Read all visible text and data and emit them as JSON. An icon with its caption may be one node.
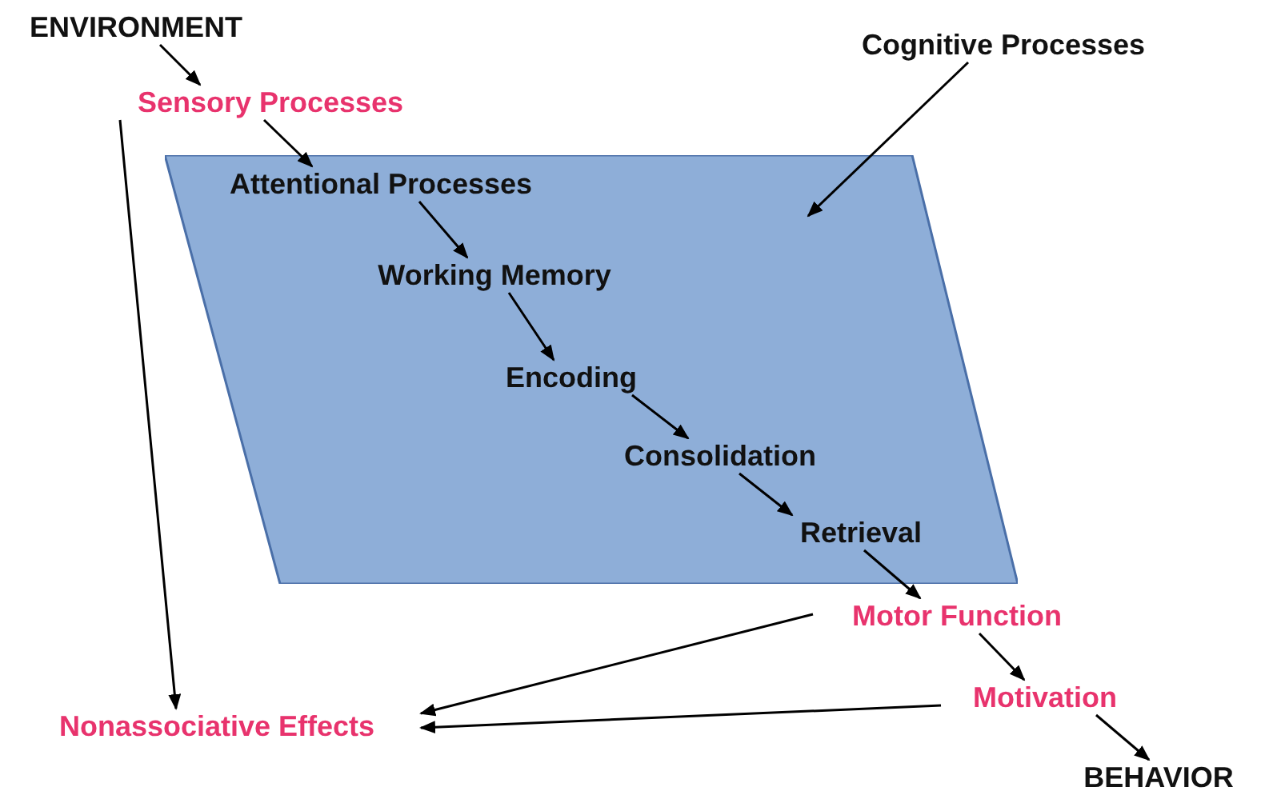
{
  "diagram": {
    "nodes": [
      {
        "text": [
          "ENVIRONMENT"
        ]
      },
      {
        "text": [
          "Sensory Processes"
        ]
      },
      {
        "text": [
          "Cognitive Processes"
        ]
      },
      {
        "text": [],
        "shape": "parallelogram"
      },
      {
        "text": [
          "Attentional Processes"
        ],
        "in": 3
      },
      {
        "text": [
          "Working Memory"
        ],
        "in": 3
      },
      {
        "text": [
          "Encoding"
        ],
        "in": 3
      },
      {
        "text": [
          "Consolidation"
        ],
        "in": 3
      },
      {
        "text": [
          "Retrieval"
        ],
        "in": 3
      },
      {
        "text": [
          "Motor Function"
        ]
      },
      {
        "text": [
          "Motivation"
        ]
      },
      {
        "text": [
          "Nonassociative Effects"
        ]
      },
      {
        "text": [
          "BEHAVIOR"
        ]
      }
    ],
    "edges": [
      {
        "from": 0,
        "to": 1,
        "arrow": "to"
      },
      {
        "from": 1,
        "to": 4,
        "arrow": "to"
      },
      {
        "from": 2,
        "to": 3,
        "arrow": "to"
      },
      {
        "from": 4,
        "to": 5,
        "arrow": "to"
      },
      {
        "from": 5,
        "to": 6,
        "arrow": "to"
      },
      {
        "from": 6,
        "to": 7,
        "arrow": "to"
      },
      {
        "from": 7,
        "to": 8,
        "arrow": "to"
      },
      {
        "from": 8,
        "to": 9,
        "arrow": "to"
      },
      {
        "from": 9,
        "to": 10,
        "arrow": "to"
      },
      {
        "from": 10,
        "to": 12,
        "arrow": "to"
      },
      {
        "from": 1,
        "to": 11,
        "arrow": "to"
      },
      {
        "from": 9,
        "to": 11,
        "arrow": "to"
      },
      {
        "from": 10,
        "to": 11,
        "arrow": "to"
      }
    ]
  }
}
